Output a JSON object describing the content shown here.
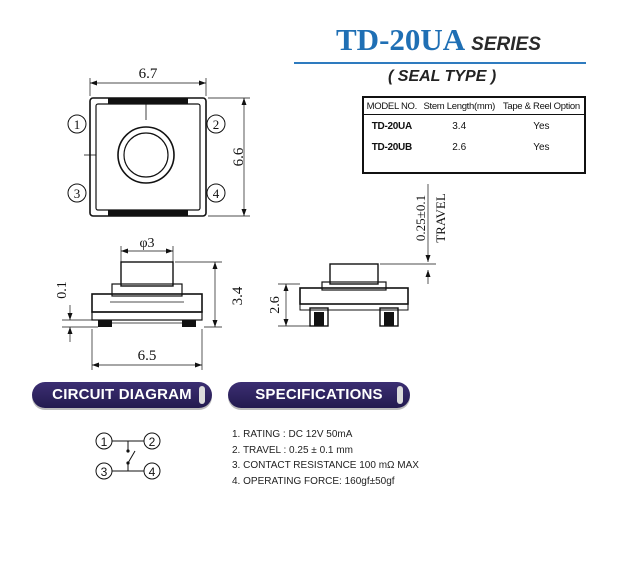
{
  "title": {
    "model": "TD-20UA",
    "series": "SERIES"
  },
  "subtitle": "( SEAL TYPE )",
  "model_table": {
    "headers": [
      "MODEL NO.",
      "Stem Length(mm)",
      "Tape & Reel Option"
    ],
    "rows": [
      {
        "model": "TD-20UA",
        "stem_length": "3.4",
        "tape_reel": "Yes"
      },
      {
        "model": "TD-20UB",
        "stem_length": "2.6",
        "tape_reel": "Yes"
      }
    ]
  },
  "dimensions": {
    "top_width": "6.7",
    "top_height": "6.6",
    "diameter": "φ3",
    "gap": "0.1",
    "front_height": "3.4",
    "front_width": "6.5",
    "side_height": "2.6",
    "travel": "0.25±0.1",
    "travel_label": "TRAVEL"
  },
  "pins": [
    "1",
    "2",
    "3",
    "4"
  ],
  "sections": {
    "circuit": "CIRCUIT DIAGRAM",
    "specifications": "SPECIFICATIONS"
  },
  "specifications": [
    "1. RATING : DC 12V  50mA",
    "2. TRAVEL : 0.25 ± 0.1 mm",
    "3. CONTACT RESISTANCE 100 mΩ MAX",
    "4. OPERATING FORCE: 160gf±50gf"
  ],
  "colors": {
    "title_blue": "#1f6fb4",
    "rule_blue": "#2e7bbf",
    "pill_purple": "#2e2461"
  }
}
